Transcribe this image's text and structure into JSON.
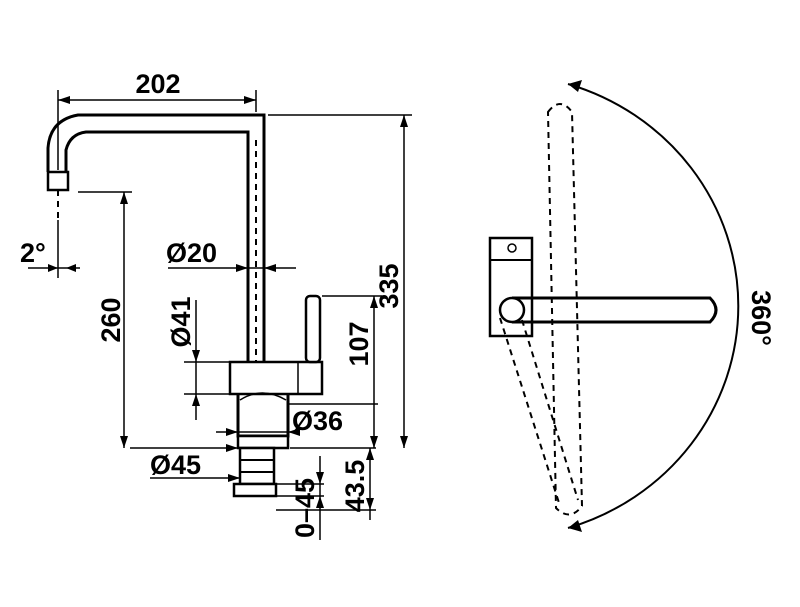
{
  "dimensions": {
    "spout_reach": "202",
    "spout_angle": "2°",
    "spout_diameter": "Ø20",
    "outlet_height": "260",
    "body_diameter": "Ø41",
    "total_height": "335",
    "lever_height": "107",
    "neck_diameter": "Ø36",
    "base_diameter": "Ø45",
    "mounting_range": "0–45",
    "base_height": "43.5",
    "rotation_angle": "360°"
  },
  "colors": {
    "ink": "#000000",
    "paper": "#ffffff"
  }
}
